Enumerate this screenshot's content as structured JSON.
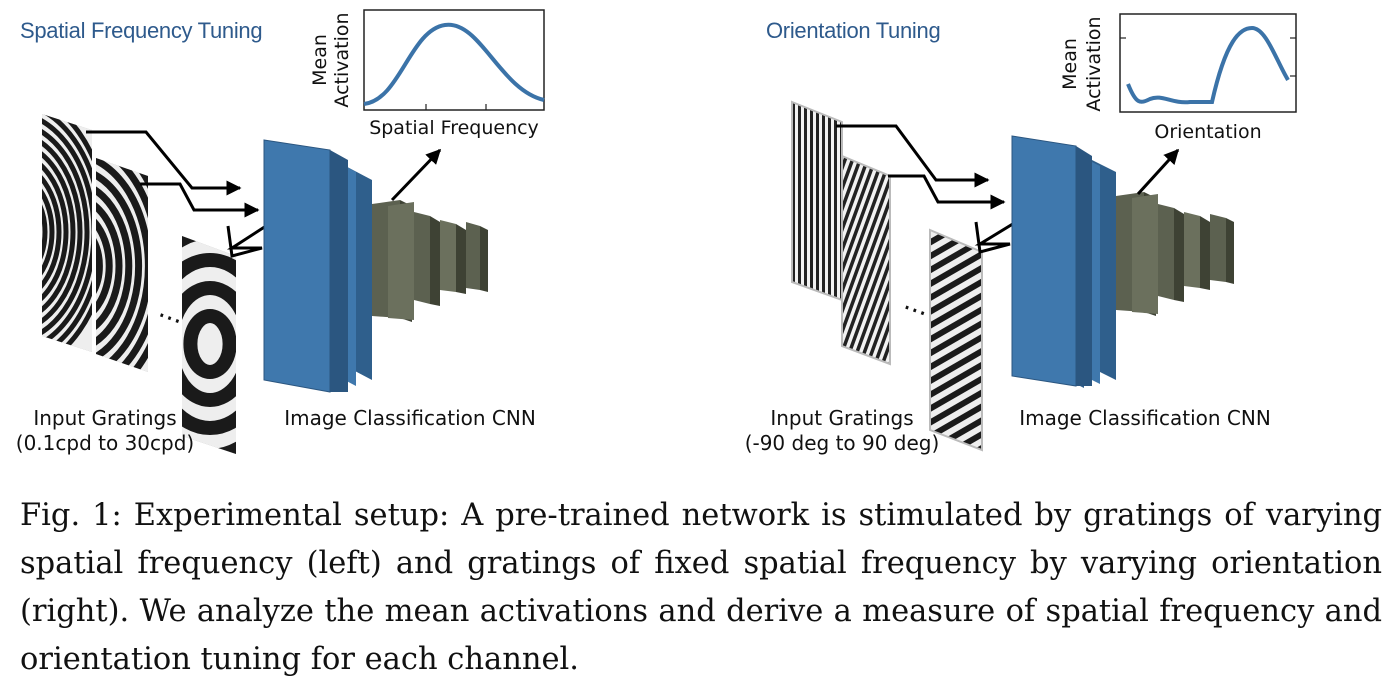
{
  "left_panel": {
    "title": "Spatial Frequency Tuning",
    "plot": {
      "ylabel_line1": "Mean",
      "ylabel_line2": "Activation",
      "xlabel": "Spatial Frequency",
      "curve": "bell"
    },
    "input_label_line1": "Input Gratings",
    "input_label_line2": "(0.1cpd to 30cpd)",
    "cnn_label": "Image Classification CNN",
    "ellipsis": "..."
  },
  "right_panel": {
    "title": "Orientation Tuning",
    "plot": {
      "ylabel_line1": "Mean",
      "ylabel_line2": "Activation",
      "xlabel": "Orientation",
      "curve": "flat-then-peak"
    },
    "input_label_line1": "Input Gratings",
    "input_label_line2": "(-90 deg to 90 deg)",
    "cnn_label": "Image Classification CNN",
    "ellipsis": "..."
  },
  "colors": {
    "title": "#2e5a8c",
    "curve": "#3b73a8",
    "cnn_front": "#3f78ad",
    "cnn_back": "#5c6150"
  },
  "caption": {
    "prefix": "Fig. 1:",
    "text": "Experimental setup: A pre-trained network is stimulated by gratings of varying spatial frequency (left) and gratings of fixed spatial frequency by varying orientation (right). We analyze the mean activations and derive a measure of spatial frequency and orientation tuning for each channel."
  }
}
